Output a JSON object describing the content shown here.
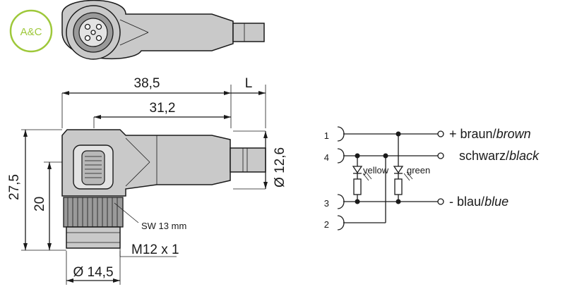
{
  "logo": {
    "text": "A&C",
    "color": "#9ec83a"
  },
  "dimensions": {
    "overall_length": "38,5",
    "cable_length": "L",
    "body_length": "31,2",
    "cable_diameter": "Ø 12,6",
    "height_total": "27,5",
    "height_body": "20",
    "wrench_size": "SW 13 mm",
    "thread": "M12 x 1",
    "nut_diameter": "Ø 14,5"
  },
  "schematic": {
    "pins": [
      "1",
      "4",
      "3",
      "2"
    ],
    "led_yellow": "yellow",
    "led_green": "green",
    "wires": [
      {
        "sign": "+",
        "name": "braun/",
        "name_en": "brown"
      },
      {
        "sign": "",
        "name": "schwarz/",
        "name_en": "black"
      },
      {
        "sign": "-",
        "name": "blau/",
        "name_en": "blue"
      }
    ]
  },
  "colors": {
    "line": "#1a1a1a",
    "body": "#c9c9c9",
    "logo": "#9ec83a"
  }
}
